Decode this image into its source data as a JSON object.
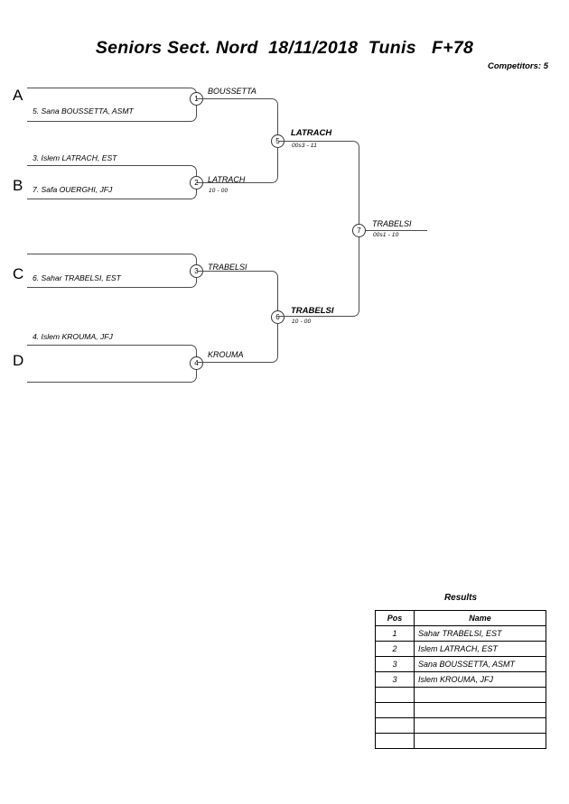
{
  "header": {
    "title": "Seniors Sect. Nord  18/11/2018  Tunis   F+78",
    "competitors": "Competitors: 5"
  },
  "bracket": {
    "groups": [
      {
        "letter": "A",
        "entrants": [
          "",
          "5. Sana BOUSSETTA, ASMT"
        ]
      },
      {
        "letter": "B",
        "entrants": [
          "3. Islem LATRACH, EST",
          "7. Safa OUERGHI, JFJ"
        ]
      },
      {
        "letter": "C",
        "entrants": [
          "",
          "6. Sahar TRABELSI, EST"
        ]
      },
      {
        "letter": "D",
        "entrants": [
          "4. Islem KROUMA, JFJ",
          ""
        ]
      }
    ],
    "matches": [
      {
        "number": "1",
        "winner": "BOUSSETTA",
        "score": "",
        "bold": false
      },
      {
        "number": "2",
        "winner": "LATRACH",
        "score": "10 - 00",
        "bold": false
      },
      {
        "number": "3",
        "winner": "TRABELSI",
        "score": "",
        "bold": false
      },
      {
        "number": "4",
        "winner": "KROUMA",
        "score": "",
        "bold": false
      },
      {
        "number": "5",
        "winner": "LATRACH",
        "score": "00s3 - 11",
        "bold": true
      },
      {
        "number": "6",
        "winner": "TRABELSI",
        "score": "10 - 00",
        "bold": true
      },
      {
        "number": "7",
        "winner": "TRABELSI",
        "score": "00s1 - 10",
        "bold": false
      }
    ]
  },
  "results": {
    "title": "Results",
    "columns": [
      "Pos",
      "Name"
    ],
    "rows": [
      {
        "pos": "1",
        "name": "Sahar TRABELSI, EST"
      },
      {
        "pos": "2",
        "name": "Islem LATRACH, EST"
      },
      {
        "pos": "3",
        "name": "Sana BOUSSETTA, ASMT"
      },
      {
        "pos": "3",
        "name": "Islem KROUMA, JFJ"
      },
      {
        "pos": "",
        "name": ""
      },
      {
        "pos": "",
        "name": ""
      },
      {
        "pos": "",
        "name": ""
      },
      {
        "pos": "",
        "name": ""
      }
    ]
  },
  "colors": {
    "line": "#4d4d4d",
    "text": "#000000",
    "background": "#ffffff"
  }
}
